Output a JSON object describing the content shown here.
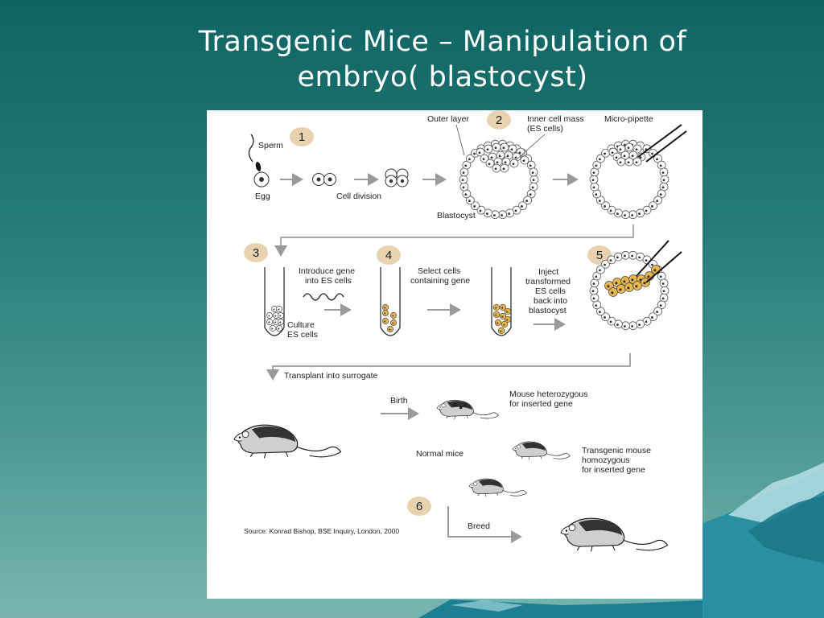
{
  "slide": {
    "title_line1": "Transgenic Mice – Manipulation of",
    "title_line2": "embryo( blastocyst)"
  },
  "diagram": {
    "steps": [
      "1",
      "2",
      "3",
      "4",
      "5",
      "6"
    ],
    "labels": {
      "sperm": "Sperm",
      "egg": "Egg",
      "cell_division": "Cell division",
      "outer_layer": "Outer layer",
      "inner_cell_mass_1": "Inner cell mass",
      "inner_cell_mass_2": "(ES cells)",
      "blastocyst": "Blastocyst",
      "micro_pipette": "Micro-pipette",
      "introduce_1": "Introduce gene",
      "introduce_2": "into ES cells",
      "culture_1": "Culture",
      "culture_2": "ES cells",
      "select_1": "Select cells",
      "select_2": "containing gene",
      "inject_1": "Inject",
      "inject_2": "transformed",
      "inject_3": "ES cells",
      "inject_4": "back into",
      "inject_5": "blastocyst",
      "transplant": "Transplant into surrogate",
      "birth": "Birth",
      "hetero_1": "Mouse heterozygous",
      "hetero_2": "for inserted gene",
      "normal_mice": "Normal mice",
      "homo_1": "Transgenic mouse",
      "homo_2": "homozygous",
      "homo_3": "for inserted gene",
      "breed": "Breed",
      "source": "Source: Konrad Bishop, BSE Inquiry, London, 2000"
    }
  },
  "colors": {
    "step_badge": "#e8d2b0",
    "transformed_cell": "#e9b64c",
    "arrow": "#9a9a9a"
  }
}
